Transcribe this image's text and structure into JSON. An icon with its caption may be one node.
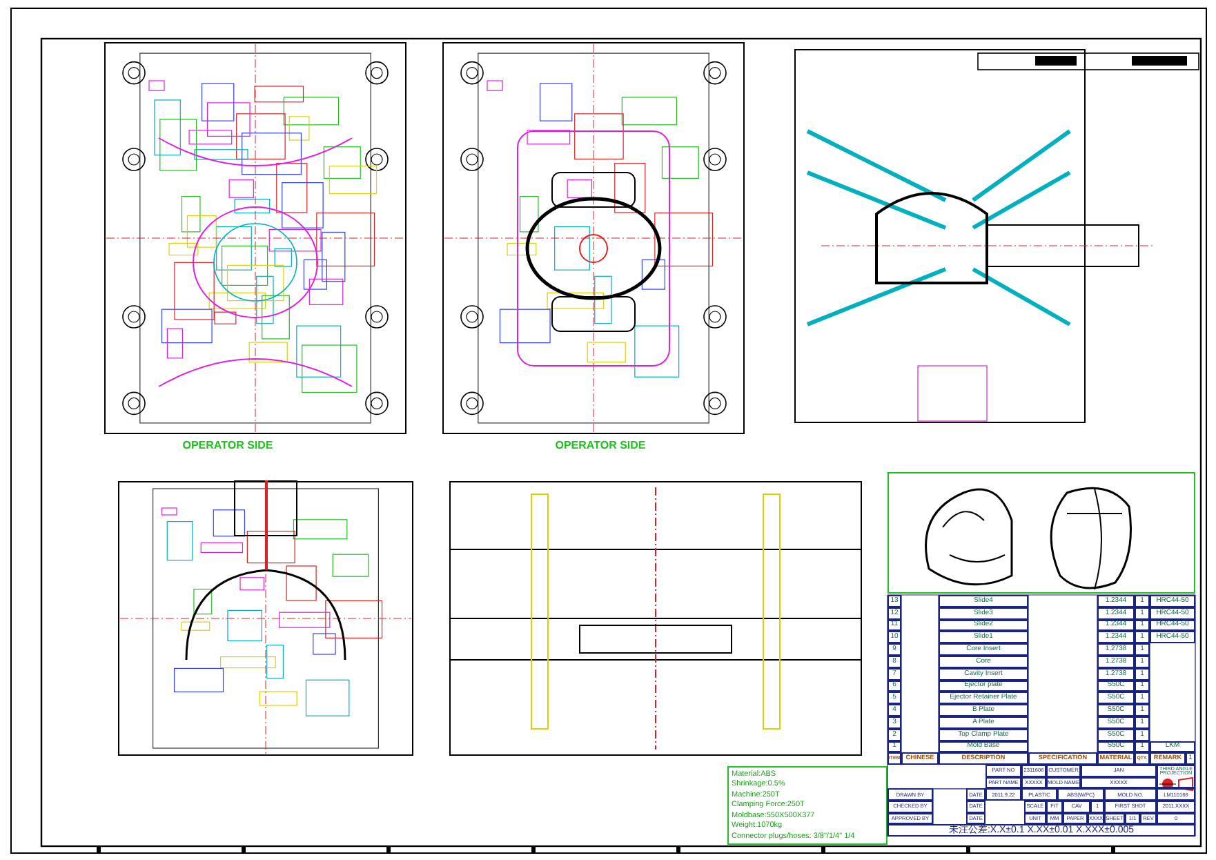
{
  "diagram": {
    "labels": [
      "OPERATOR SIDE",
      "OPERATOR SIDE",
      "13",
      "Slide4",
      "1.2344",
      "1",
      "HRC44-50",
      "12",
      "Slide3",
      "1.2344",
      "1",
      "HRC44-50",
      "11",
      "Slide2",
      "1.2344",
      "1",
      "HRC44-50",
      "10",
      "Slide1",
      "1.2344",
      "1",
      "HRC44-50",
      "9",
      "Core Insert",
      "1.2738",
      "1",
      "8",
      "Core",
      "1.2738",
      "1",
      "7",
      "Cavity Insert",
      "1.2738",
      "1",
      "6",
      "Ejector plate",
      "S50C",
      "1",
      "5",
      "Ejector Retainer Plate",
      "S50C",
      "1",
      "4",
      "B Plate",
      "S50C",
      "1",
      "3",
      "A Plate",
      "S50C",
      "1",
      "2",
      "Top Clamp Plate",
      "S50C",
      "1",
      "1",
      "Mold Base",
      "S50C",
      "1",
      "LKM",
      "ITEM",
      "CHINESE",
      "DESCRIPTION",
      "SPECIFICATION",
      "MATERIAL",
      "QTY.",
      "REMARK",
      "1",
      "PART NO",
      "2311606",
      "CUSTOMER",
      "JAN",
      "THIRD ANGLE PROJECTION",
      "PART NAME",
      "XXXXX",
      "MOLD NAME",
      "XXXXX",
      "DRAWN BY",
      "DATE",
      "2011.9.22",
      "PLASTIC",
      "ABS(W/PC)",
      "MOLD NO.",
      "LM110166",
      "CHECKED BY",
      "DATE",
      "SCALE",
      "FIT",
      "CAV",
      "1",
      "FIRST SHOT",
      "2011.XXXX",
      "APPROVED BY",
      "DATE",
      "UNIT",
      "MM",
      "PAPER",
      "XXXX",
      "SHEET",
      "1/1",
      "REV",
      "0",
      "未注公差:X.X±0.1 X.XX±0.01 X.XXX±0.005",
      "Material:ABS",
      "Shrinkage:0.5%",
      "Machine:250T",
      "Clamping Force:250T",
      "Moldbase:550X500X377",
      "Weight:1070kg",
      "Connector plugs/hoses: 3/8\"/1/4\" 1/4"
    ]
  }
}
